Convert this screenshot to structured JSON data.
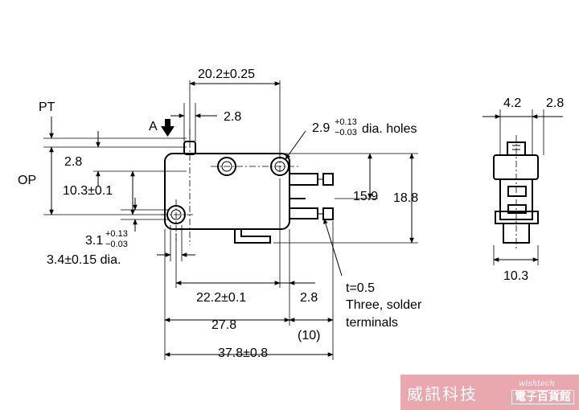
{
  "labels": {
    "pt": "PT",
    "op": "OP",
    "a": "A",
    "dim_20_2": "20.2±0.25",
    "dim_2_8_top": "2.8",
    "dim_2_9": "2.9",
    "tol_2_9_plus": "+0.13",
    "tol_2_9_minus": "−0.03",
    "dia_holes": " dia. holes",
    "dim_2_8_left": "2.8",
    "dim_10_3": "10.3±0.1",
    "dim_15_9": "15.9",
    "dim_18_8": "18.8",
    "dim_3_1": "3.1",
    "tol_3_1_plus": "+0.13",
    "tol_3_1_minus": "−0.03",
    "dim_3_4": "3.4±0.15 dia.",
    "dim_22_2": "22.2±0.1",
    "dim_2_8_bottom": "2.8",
    "dim_27_8": "27.8",
    "dim_10_paren": "(10)",
    "dim_37_8": "37.8±0.8",
    "note_t": "t=0.5",
    "note_three": "Three, solder",
    "note_terminals": "terminals",
    "side_4_2": "4.2",
    "side_2_8": "2.8",
    "side_10_3": "10.3"
  },
  "watermark": {
    "left_text": "威訊科技",
    "top_text": "wishtech",
    "bottom_text": "電子百貨館"
  },
  "colors": {
    "watermark_bg": "#e9a7ae",
    "ink": "#000000"
  }
}
